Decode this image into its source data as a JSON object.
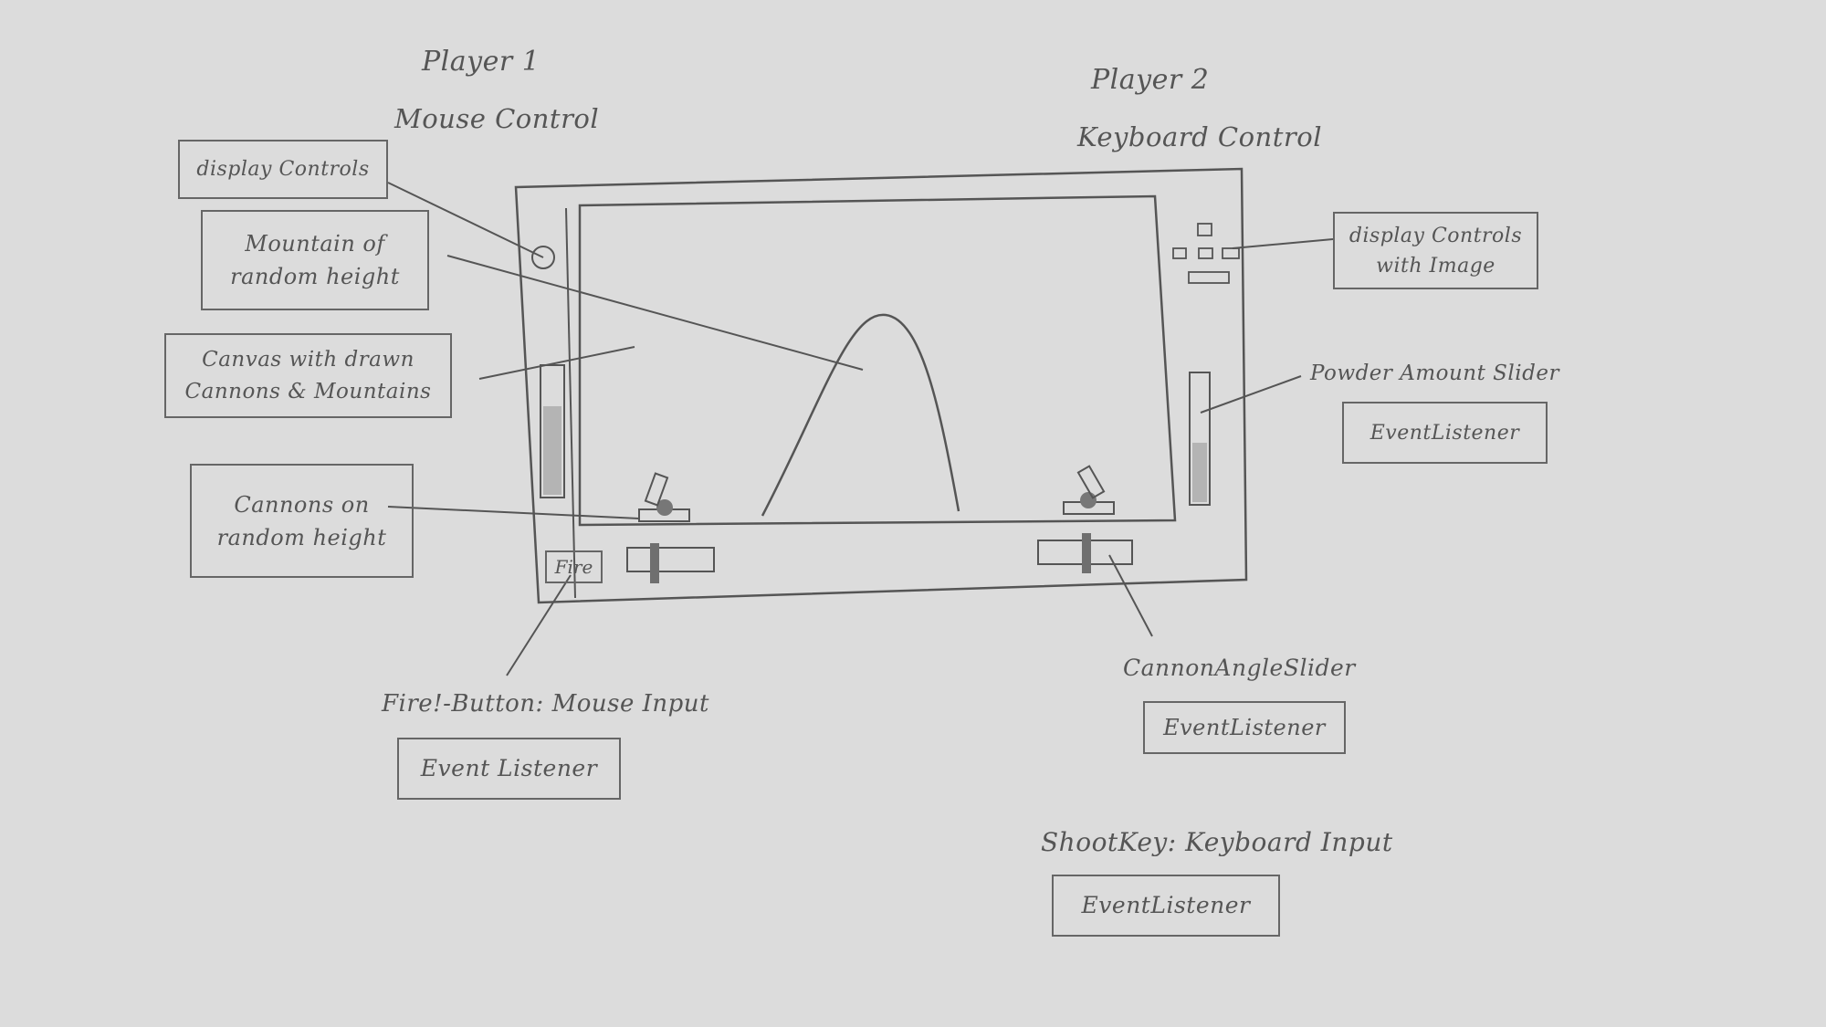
{
  "player1": {
    "title": "Player 1",
    "control": "Mouse Control"
  },
  "player2": {
    "title": "Player 2",
    "control": "Keyboard Control"
  },
  "labels": {
    "display_controls_left": "display Controls",
    "mountain": [
      "Mountain of",
      "random height"
    ],
    "canvas": [
      "Canvas with drawn",
      "Cannons & Mountains"
    ],
    "cannons": [
      "Cannons on",
      "random height"
    ],
    "display_controls_right": [
      "display Controls",
      "with Image"
    ],
    "powder_slider": "Powder Amount Slider",
    "powder_listener": "EventListener",
    "fire_heading": "Fire!-Button: Mouse Input",
    "fire_listener": "Event Listener",
    "angle_heading": "CannonAngleSlider",
    "angle_listener": "EventListener",
    "shoot_heading": "ShootKey: Keyboard Input",
    "shoot_listener": "EventListener"
  },
  "ui": {
    "fire_button": "Fire"
  },
  "icons": [
    "circle-icon",
    "square-icon",
    "rectangle-icon"
  ],
  "colors": {
    "paper": "#dcdcdc",
    "pencil": "#555555"
  }
}
